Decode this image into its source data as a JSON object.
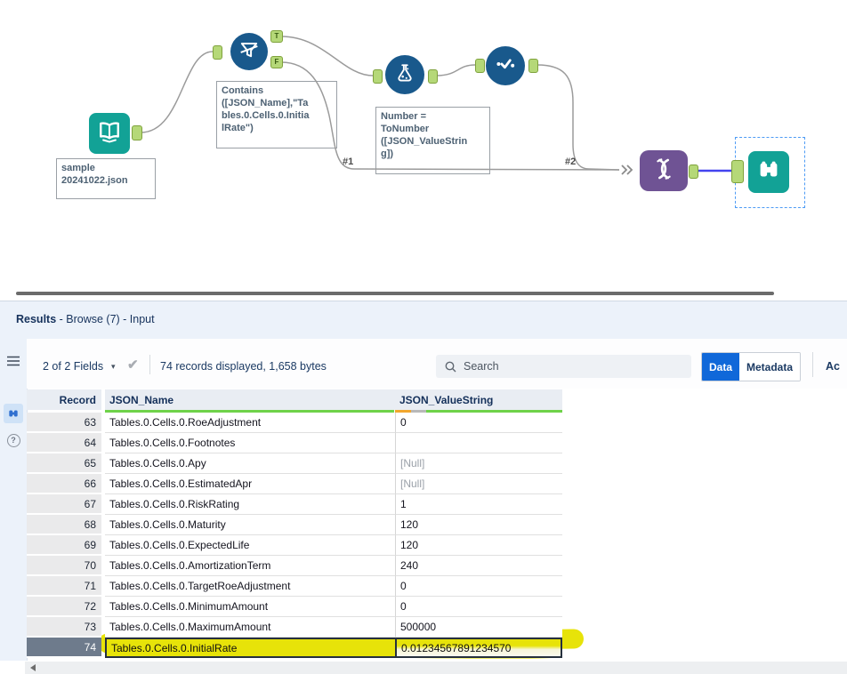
{
  "canvas": {
    "input_tool": {
      "annotation_lines": [
        "sample",
        "20241022.json"
      ]
    },
    "filter_tool": {
      "t_label": "T",
      "f_label": "F",
      "annotation_lines": [
        "Contains",
        "([JSON_Name],\"Ta",
        "bles.0.Cells.0.Initia",
        "lRate\")"
      ]
    },
    "formula_tool": {
      "annotation_lines": [
        "Number =",
        "ToNumber",
        "([JSON_ValueStrin",
        "g])"
      ]
    },
    "connections": {
      "label1": "#1",
      "label2": "#2"
    }
  },
  "results": {
    "title": {
      "primary": "Results",
      "secondary": " - Browse (7) - Input"
    },
    "toolbar": {
      "fields_summary": "2 of 2 Fields",
      "caret_icon": "▾",
      "check_icon": "✔",
      "records_summary": "74 records displayed, 1,658 bytes",
      "search_placeholder": "Search",
      "data_tab": "Data",
      "metadata_tab": "Metadata",
      "actions_partial": "Ac"
    },
    "table": {
      "headers": {
        "record": "Record",
        "name": "JSON_Name",
        "value": "JSON_ValueString"
      },
      "rows": [
        {
          "record": "63",
          "name": "Tables.0.Cells.0.RoeAdjustment",
          "value": "0"
        },
        {
          "record": "64",
          "name": "Tables.0.Cells.0.Footnotes",
          "value": ""
        },
        {
          "record": "65",
          "name": "Tables.0.Cells.0.Apy",
          "value": "[Null]"
        },
        {
          "record": "66",
          "name": "Tables.0.Cells.0.EstimatedApr",
          "value": "[Null]"
        },
        {
          "record": "67",
          "name": "Tables.0.Cells.0.RiskRating",
          "value": "1"
        },
        {
          "record": "68",
          "name": "Tables.0.Cells.0.Maturity",
          "value": "120"
        },
        {
          "record": "69",
          "name": "Tables.0.Cells.0.ExpectedLife",
          "value": "120"
        },
        {
          "record": "70",
          "name": "Tables.0.Cells.0.AmortizationTerm",
          "value": "240"
        },
        {
          "record": "71",
          "name": "Tables.0.Cells.0.TargetRoeAdjustment",
          "value": "0"
        },
        {
          "record": "72",
          "name": "Tables.0.Cells.0.MinimumAmount",
          "value": "0"
        },
        {
          "record": "73",
          "name": "Tables.0.Cells.0.MaximumAmount",
          "value": "500000"
        },
        {
          "record": "74",
          "name": "Tables.0.Cells.0.InitialRate",
          "value": "0.01234567891234570"
        }
      ]
    }
  },
  "colors": {
    "tool_blue": "#19598c",
    "tool_teal": "#12a296",
    "tool_purple": "#6f5394",
    "anchor_green": "#b5d878",
    "selected_wire_blue": "#4343ef",
    "highlight_yellow": "#e7e309",
    "data_button_blue": "#1068d9",
    "quality_green": "#6fd24a",
    "quality_orange": "#f2a72e"
  }
}
